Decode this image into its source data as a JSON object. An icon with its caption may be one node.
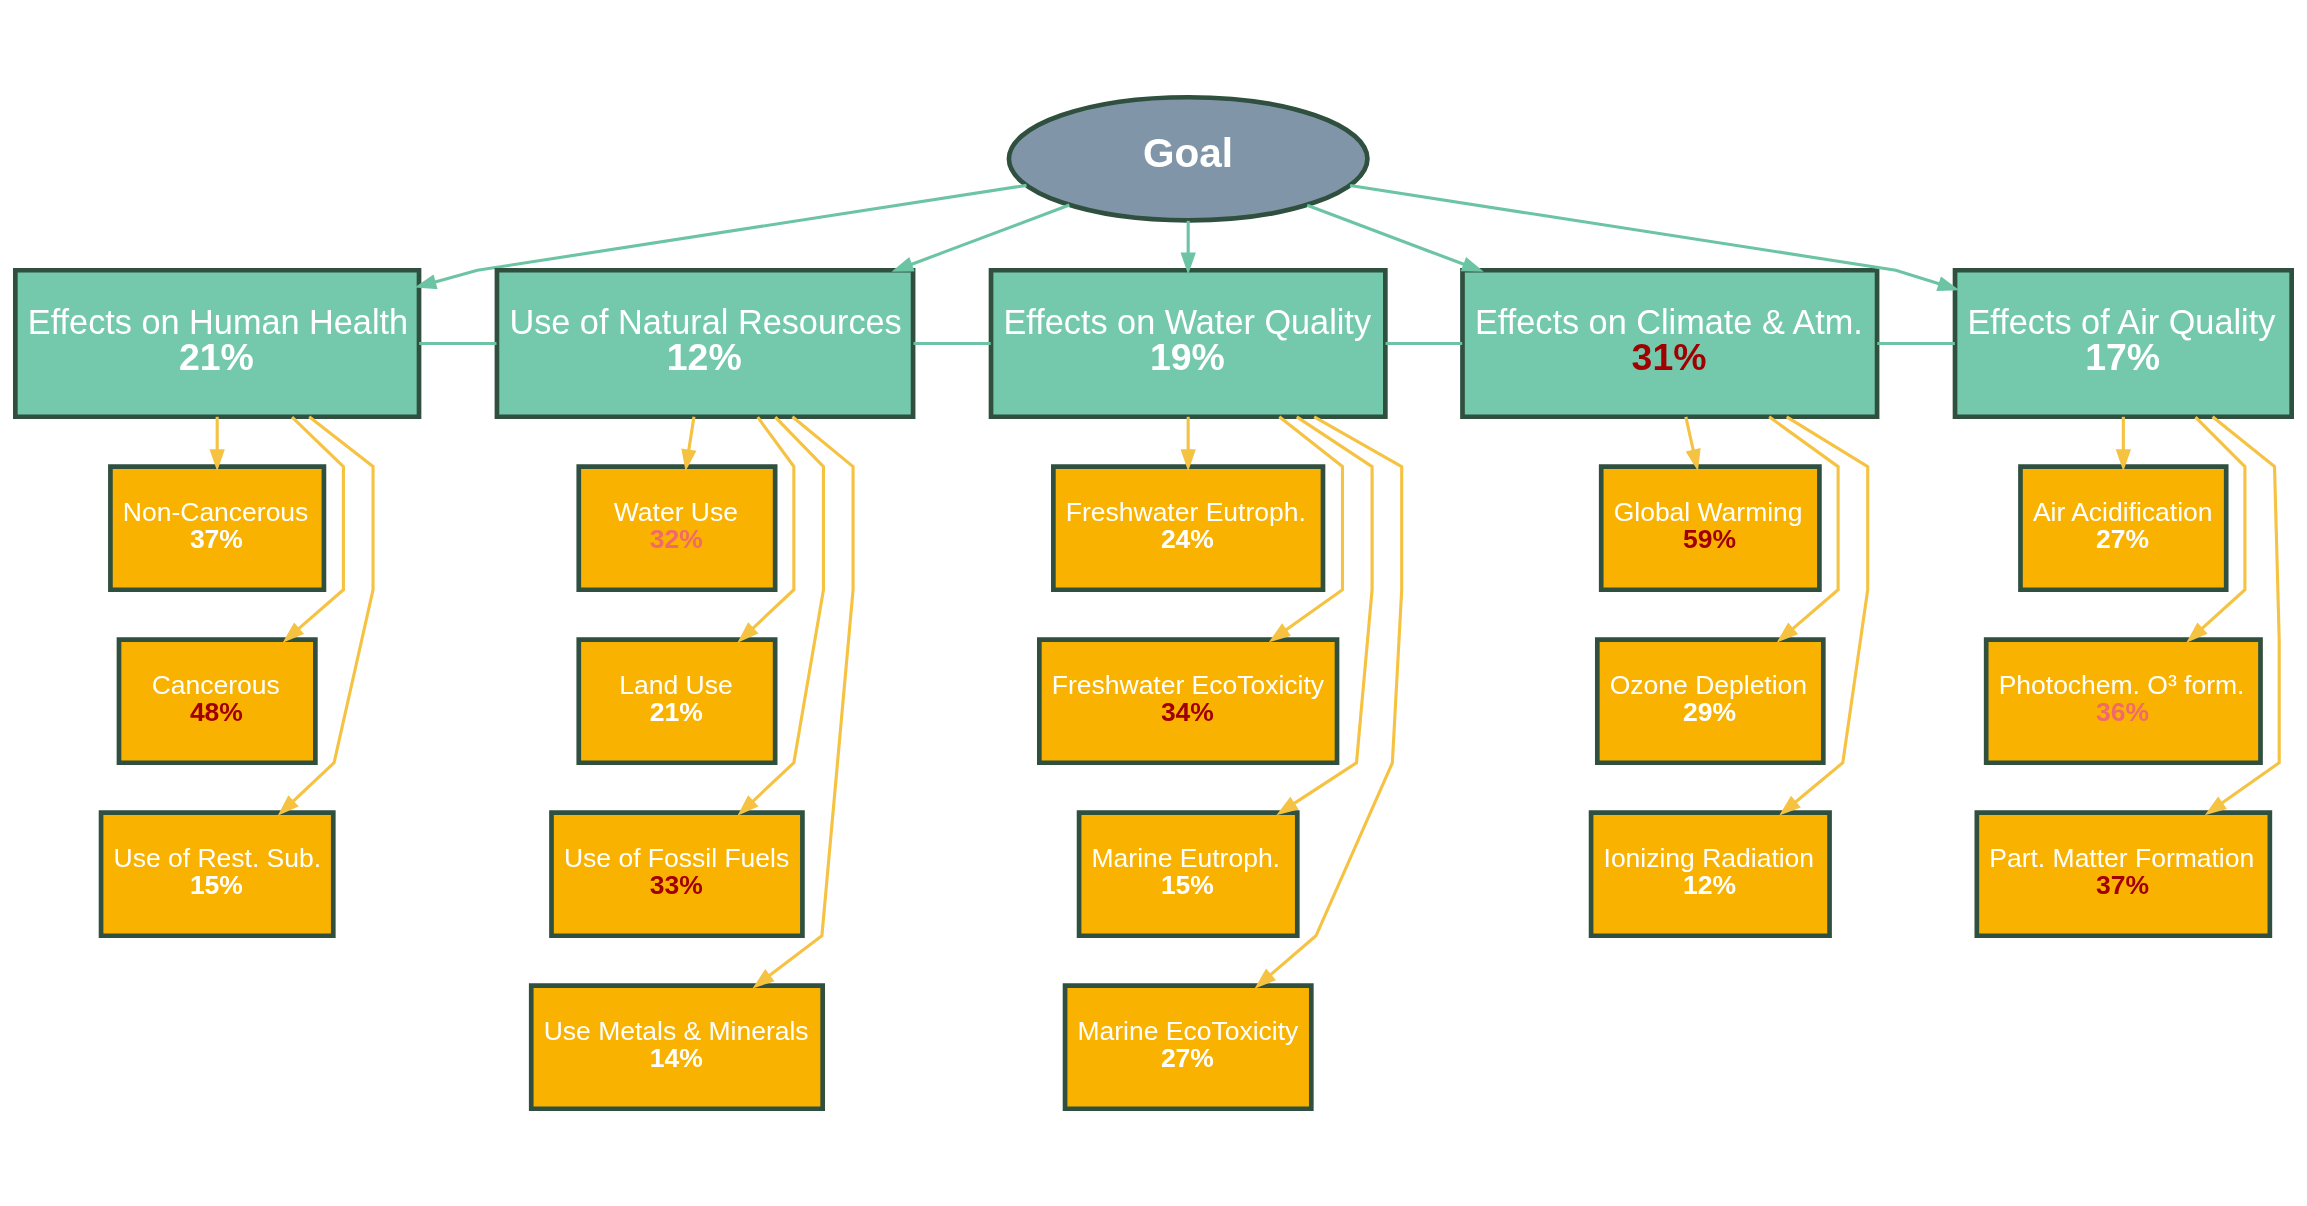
{
  "diagram": {
    "nodes": [
      {
        "text": [
          "Goal"
        ]
      },
      {
        "text": [
          "Effects on Human Health",
          "21%"
        ]
      },
      {
        "text": [
          "Non-Cancerous",
          "37%"
        ]
      },
      {
        "text": [
          "Cancerous",
          "48%"
        ]
      },
      {
        "text": [
          "Use of Rest. Sub.",
          "15%"
        ]
      },
      {
        "text": [
          "Use of Natural Resources",
          "12%"
        ]
      },
      {
        "text": [
          "Water Use",
          "32%"
        ]
      },
      {
        "text": [
          "Land Use",
          "21%"
        ]
      },
      {
        "text": [
          "Use of Fossil Fuels",
          "33%"
        ]
      },
      {
        "text": [
          "Use Metals & Minerals",
          "14%"
        ]
      },
      {
        "text": [
          "Effects on Water Quality",
          "19%"
        ]
      },
      {
        "text": [
          "Freshwater Eutroph.",
          "24%"
        ]
      },
      {
        "text": [
          "Freshwater EcoToxicity",
          "34%"
        ]
      },
      {
        "text": [
          "Marine Eutroph.",
          "15%"
        ]
      },
      {
        "text": [
          "Marine EcoToxicity",
          "27%"
        ]
      },
      {
        "text": [
          "Effects on Climate & Atm.",
          "31%"
        ]
      },
      {
        "text": [
          "Global Warming",
          "59%"
        ]
      },
      {
        "text": [
          "Ozone Depletion",
          "29%"
        ]
      },
      {
        "text": [
          "Ionizing Radiation",
          "12%"
        ]
      },
      {
        "text": [
          "Effects of Air Quality",
          "17%"
        ]
      },
      {
        "text": [
          "Air Acidification",
          "27%"
        ]
      },
      {
        "text": [
          "Photochem. O³ form.",
          "36%"
        ]
      },
      {
        "text": [
          "Part. Matter Formation",
          "37%"
        ]
      }
    ],
    "edges": [
      {
        "from": 0,
        "to": 1,
        "arrow": "to",
        "color": "#6cc4a4"
      },
      {
        "from": 0,
        "to": 5,
        "arrow": "to",
        "color": "#6cc4a4"
      },
      {
        "from": 0,
        "to": 10,
        "arrow": "to",
        "color": "#6cc4a4"
      },
      {
        "from": 0,
        "to": 15,
        "arrow": "to",
        "color": "#6cc4a4"
      },
      {
        "from": 0,
        "to": 19,
        "arrow": "to",
        "color": "#6cc4a4"
      },
      {
        "from": 1,
        "to": 5,
        "arrow": "none",
        "color": "#6cc4a4"
      },
      {
        "from": 5,
        "to": 10,
        "arrow": "none",
        "color": "#6cc4a4"
      },
      {
        "from": 10,
        "to": 15,
        "arrow": "none",
        "color": "#6cc4a4"
      },
      {
        "from": 15,
        "to": 19,
        "arrow": "none",
        "color": "#6cc4a4"
      },
      {
        "from": 1,
        "to": 2,
        "arrow": "to"
      },
      {
        "from": 1,
        "to": 3,
        "arrow": "to"
      },
      {
        "from": 1,
        "to": 4,
        "arrow": "to"
      },
      {
        "from": 5,
        "to": 6,
        "arrow": "to"
      },
      {
        "from": 5,
        "to": 7,
        "arrow": "to"
      },
      {
        "from": 5,
        "to": 8,
        "arrow": "to"
      },
      {
        "from": 5,
        "to": 9,
        "arrow": "to"
      },
      {
        "from": 10,
        "to": 11,
        "arrow": "to"
      },
      {
        "from": 10,
        "to": 12,
        "arrow": "to"
      },
      {
        "from": 10,
        "to": 13,
        "arrow": "to"
      },
      {
        "from": 10,
        "to": 14,
        "arrow": "to"
      },
      {
        "from": 15,
        "to": 16,
        "arrow": "to"
      },
      {
        "from": 15,
        "to": 17,
        "arrow": "to"
      },
      {
        "from": 15,
        "to": 18,
        "arrow": "to"
      },
      {
        "from": 19,
        "to": 20,
        "arrow": "to"
      },
      {
        "from": 19,
        "to": 21,
        "arrow": "to"
      },
      {
        "from": 19,
        "to": 22,
        "arrow": "to"
      }
    ]
  }
}
